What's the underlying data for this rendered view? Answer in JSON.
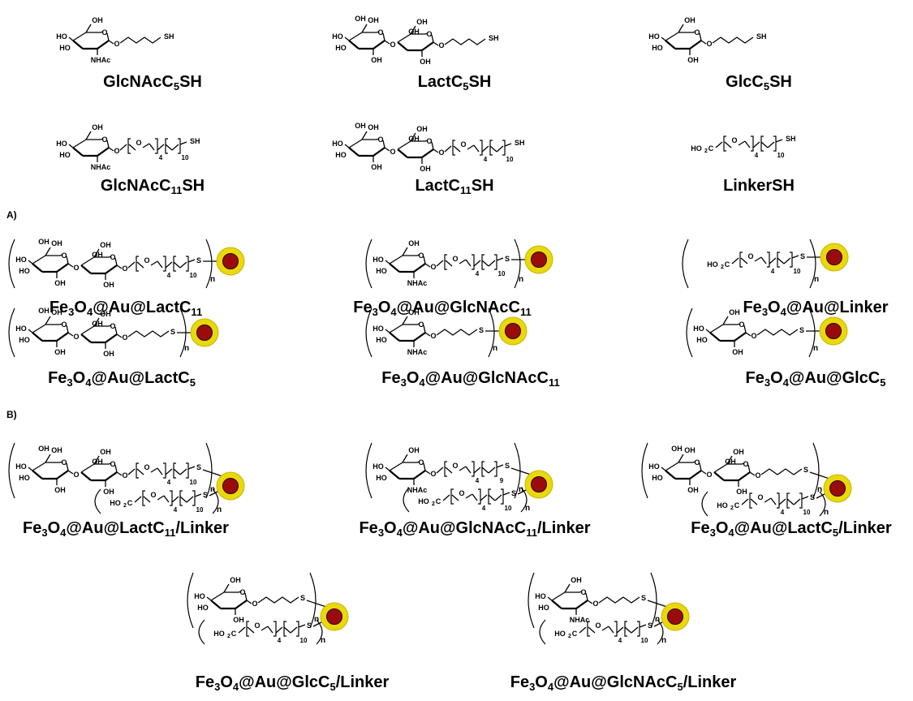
{
  "section_labels": {
    "a": "A)",
    "b": "B)"
  },
  "molecules": [
    {
      "name": "GlcNAcC",
      "sub": "5",
      "suffix": "SH",
      "sugar": "glcnac",
      "chain": "c5",
      "mode": "free"
    },
    {
      "name": "LactC",
      "sub": "5",
      "suffix": "SH",
      "sugar": "lact",
      "chain": "c5",
      "mode": "free"
    },
    {
      "name": "GlcC",
      "sub": "5",
      "suffix": "SH",
      "sugar": "glc",
      "chain": "c5",
      "mode": "free"
    },
    {
      "name": "GlcNAcC",
      "sub": "11",
      "suffix": "SH",
      "sugar": "glcnac",
      "chain": "peg",
      "mode": "free"
    },
    {
      "name": "LactC",
      "sub": "11",
      "suffix": "SH",
      "sugar": "lact",
      "chain": "peg",
      "mode": "free"
    },
    {
      "name": "LinkerSH",
      "sub": "",
      "suffix": "",
      "sugar": "linker",
      "chain": "peg",
      "mode": "free"
    }
  ],
  "np_a": [
    {
      "name": "@Au@LactC",
      "sub": "11",
      "suffix": "",
      "sugar": "lact",
      "chain": "peg"
    },
    {
      "name": "@Au@GlcNAcC",
      "sub": "11",
      "suffix": "",
      "sugar": "glcnac",
      "chain": "peg"
    },
    {
      "name": "@Au@Linker",
      "sub": "",
      "suffix": "",
      "sugar": "linker",
      "chain": "peg"
    },
    {
      "name": "@Au@LactC",
      "sub": "5",
      "suffix": "",
      "sugar": "lact",
      "chain": "c5"
    },
    {
      "name": "@Au@GlcNAcC",
      "sub": "11",
      "suffix": "",
      "sugar": "glcnac",
      "chain": "c5"
    },
    {
      "name": "@Au@GlcC",
      "sub": "5",
      "suffix": "",
      "sugar": "glc",
      "chain": "c5"
    }
  ],
  "np_b": [
    {
      "name": "@Au@LactC",
      "sub": "11",
      "suffix": "/Linker",
      "sugar": "lact",
      "chain": "peg"
    },
    {
      "name": "@Au@GlcNAcC",
      "sub": "11",
      "suffix": "/Linker",
      "sugar": "glcnac",
      "chain": "peg9"
    },
    {
      "name": "@Au@LactC",
      "sub": "5",
      "suffix": "/Linker",
      "sugar": "lact",
      "chain": "c5"
    },
    {
      "name": "@Au@GlcC",
      "sub": "5",
      "suffix": "/Linker",
      "sugar": "glc",
      "chain": "c5"
    },
    {
      "name": "@Au@GlcNAcC",
      "sub": "5",
      "suffix": "/Linker",
      "sugar": "glcnac",
      "chain": "c5"
    }
  ],
  "chem_text": {
    "oh": "OH",
    "ho": "HO",
    "o": "O",
    "s": "S",
    "sh": "SH",
    "nhac": "NHAc",
    "ho2c": "HO",
    "n": "n",
    "four": "4",
    "nine": "9",
    "ten": "10",
    "fe": "Fe",
    "fe_sub": "3",
    "o_sub": "4"
  },
  "colors": {
    "gold": "#e8d80c",
    "gold_edge": "#c8b400",
    "core": "#9a0c0c",
    "core_edge": "#2a0000",
    "line": "#000000"
  }
}
